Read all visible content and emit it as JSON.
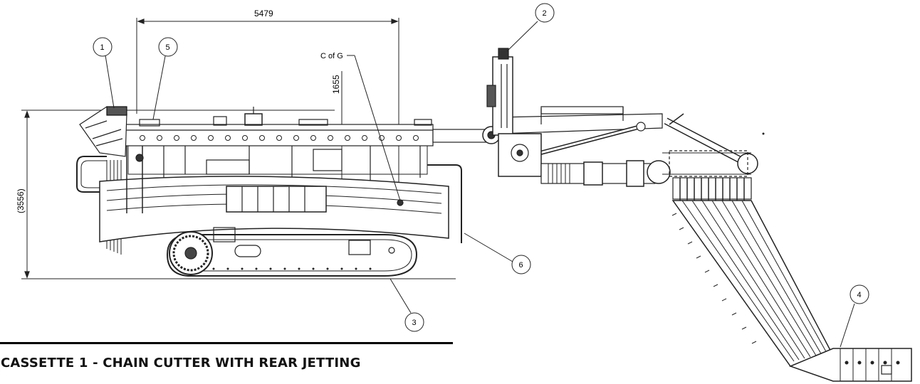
{
  "dimensions": {
    "length": "5479",
    "height": "(3556)",
    "cog_height": "1655"
  },
  "cog_label": "C of G",
  "callouts": [
    "1",
    "2",
    "3",
    "4",
    "5",
    "6"
  ],
  "caption": "CASSETTE 1 - CHAIN CUTTER WITH REAR JETTING"
}
